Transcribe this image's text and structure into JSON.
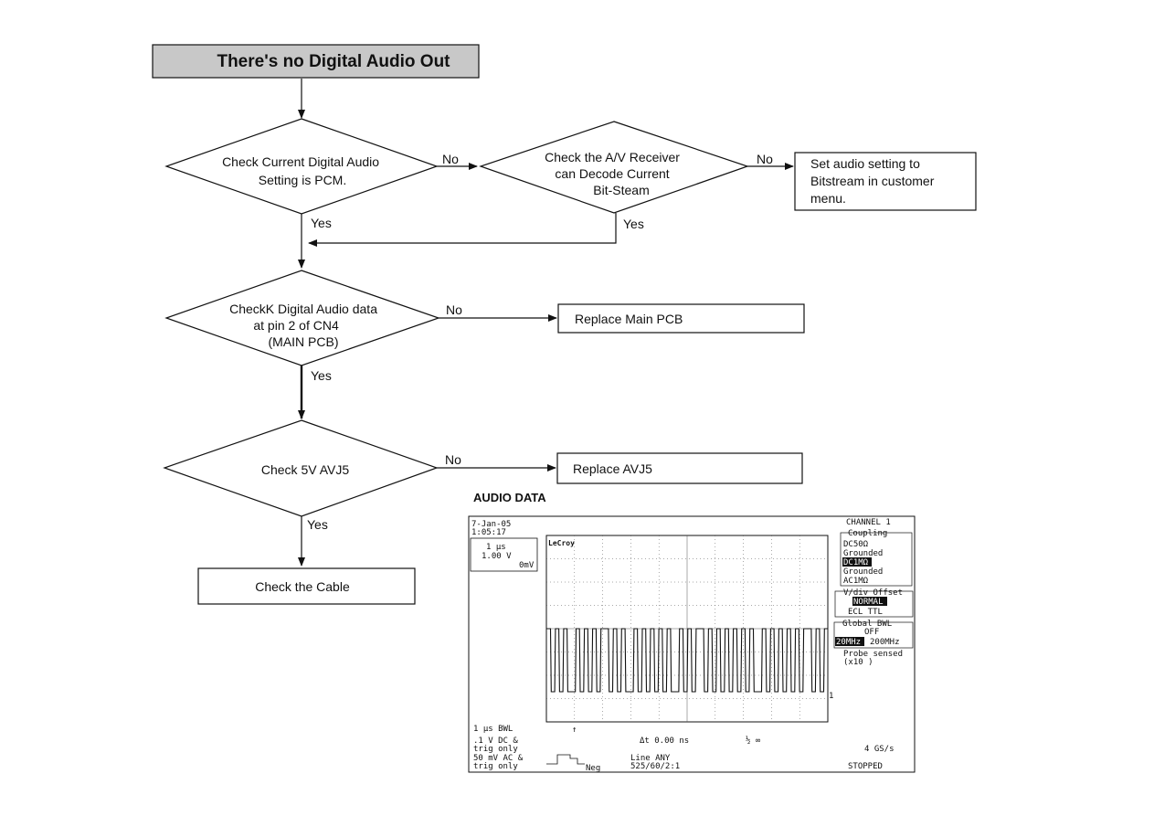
{
  "title": "There's no Digital Audio Out",
  "decisions": [
    {
      "lines": [
        "Check Current Digital Audio",
        "Setting is PCM."
      ]
    },
    {
      "lines": [
        "Check the A/V Receiver",
        "can Decode Current",
        "Bit-Steam"
      ]
    },
    {
      "lines": [
        "CheckK Digital Audio data",
        "at pin 2 of CN4",
        "(MAIN PCB)"
      ]
    },
    {
      "lines": [
        "Check 5V AVJ5"
      ]
    }
  ],
  "actions": [
    {
      "lines": [
        "Set audio setting to",
        "Bitstream in customer",
        "menu."
      ]
    },
    {
      "lines": [
        "Replace Main PCB"
      ]
    },
    {
      "lines": [
        "Replace AVJ5"
      ]
    },
    {
      "lines": [
        "Check the Cable"
      ]
    }
  ],
  "edge_labels": {
    "no": "No",
    "yes": "Yes"
  },
  "scope": {
    "caption": "AUDIO DATA",
    "date": "7-Jan-05",
    "time": "1:05:17",
    "timebase": "1 µs",
    "voltage": "1.00 V",
    "offset": "0mV",
    "brand": "LeCroy",
    "channel_title": "CHANNEL 1",
    "coupling": {
      "title": "Coupling",
      "items": [
        "DC50Ω",
        "Grounded",
        "DC1MΩ",
        "Grounded",
        "AC1MΩ"
      ],
      "selected": 2
    },
    "vdiv": {
      "title": "V/div Offset",
      "selected": "NORMAL",
      "options": "ECL  TTL"
    },
    "bwl": {
      "title": "Global BWL",
      "items": [
        "OFF",
        "20MHz",
        "200MHz"
      ],
      "selected": 1
    },
    "probe": [
      "Probe sensed",
      "(x10    )"
    ],
    "bottom_left": [
      "1 µs      BWL",
      ".1  V  DC &",
      "trig only",
      "50 mV  AC &",
      "trig only"
    ],
    "delta_t": "Δt       0.00 ns",
    "trigger": [
      "Line ANY",
      "525/60/2:1"
    ],
    "neg": "Neg",
    "rate": "4 GS/s",
    "status": "STOPPED",
    "waveform_bits": [
      1,
      0,
      1,
      0,
      1,
      0,
      0,
      1,
      0,
      1,
      0,
      1,
      0,
      1,
      1,
      0,
      1,
      0,
      1,
      0,
      0,
      1,
      0,
      1,
      0,
      1,
      0,
      1,
      0,
      1,
      0,
      0,
      1,
      0,
      1,
      0,
      1,
      1,
      0,
      1,
      0,
      1,
      0,
      1,
      0,
      1,
      0,
      1,
      0,
      1,
      0,
      0,
      1,
      0,
      1,
      0,
      1,
      0,
      1,
      0,
      1,
      0,
      1,
      1,
      0,
      1,
      0,
      1
    ]
  }
}
